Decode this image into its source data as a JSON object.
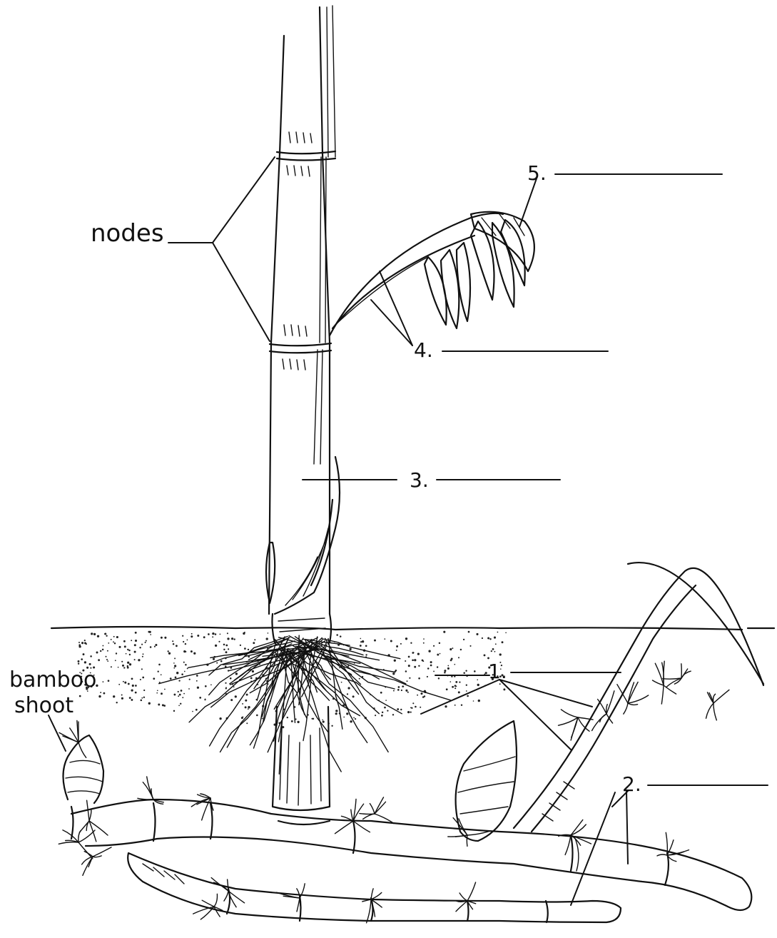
{
  "labels": {
    "nodes": "nodes",
    "bamboo_shoot_line1": "bamboo",
    "bamboo_shoot_line2": "shoot",
    "n1": "1.",
    "n2": "2.",
    "n3": "3.",
    "n4": "4.",
    "n5": "5."
  },
  "colors": {
    "ink": "#111111",
    "background": "#ffffff"
  }
}
